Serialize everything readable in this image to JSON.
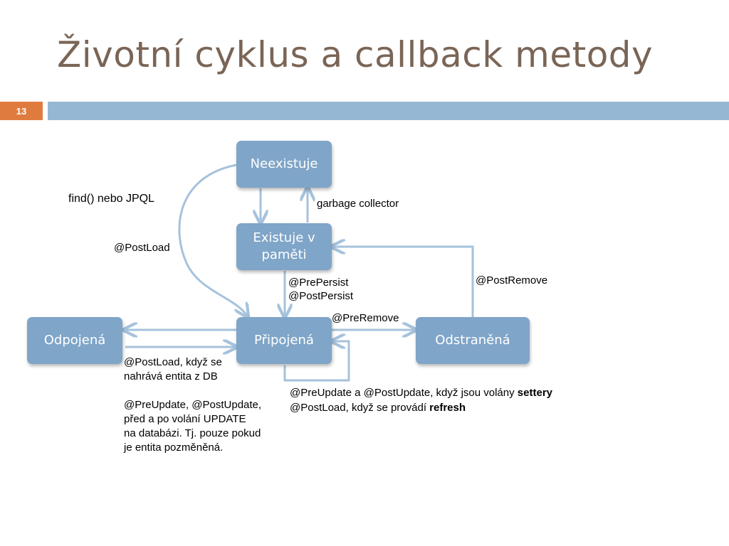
{
  "slide": {
    "title": "Životní cyklus a callback metody",
    "number": "13"
  },
  "nodes": {
    "neexistuje": "Neexistuje",
    "existuje_line1": "Existuje v",
    "existuje_line2": "paměti",
    "odpojena": "Odpojená",
    "pripojena": "Připojená",
    "odstranena": "Odstraněná"
  },
  "labels": {
    "find": "find() nebo JPQL",
    "garbage": "garbage collector",
    "postload": "@PostLoad",
    "prepersist": "@PrePersist",
    "postpersist": "@PostPersist",
    "postremove": "@PostRemove",
    "preremove": "@PreRemove",
    "note_left": [
      "@PostLoad, když se",
      "nahrává entita z DB",
      "",
      "@PreUpdate, @PostUpdate,",
      "před a po volání UPDATE",
      "na databázi. Tj. pouze pokud",
      "je entita pozměněná."
    ],
    "note_bottom1_prefix": "@PreUpdate a @PostUpdate, když jsou volány ",
    "note_bottom1_bold": "settery",
    "note_bottom2_prefix": "@PostLoad, když se provádí ",
    "note_bottom2_bold": "refresh"
  },
  "colors": {
    "node_fill": "#7fa5c8",
    "arrow": "#a6c2dc",
    "title": "#7a6556",
    "accent": "#e07b3f",
    "bar": "#96b7d3"
  }
}
